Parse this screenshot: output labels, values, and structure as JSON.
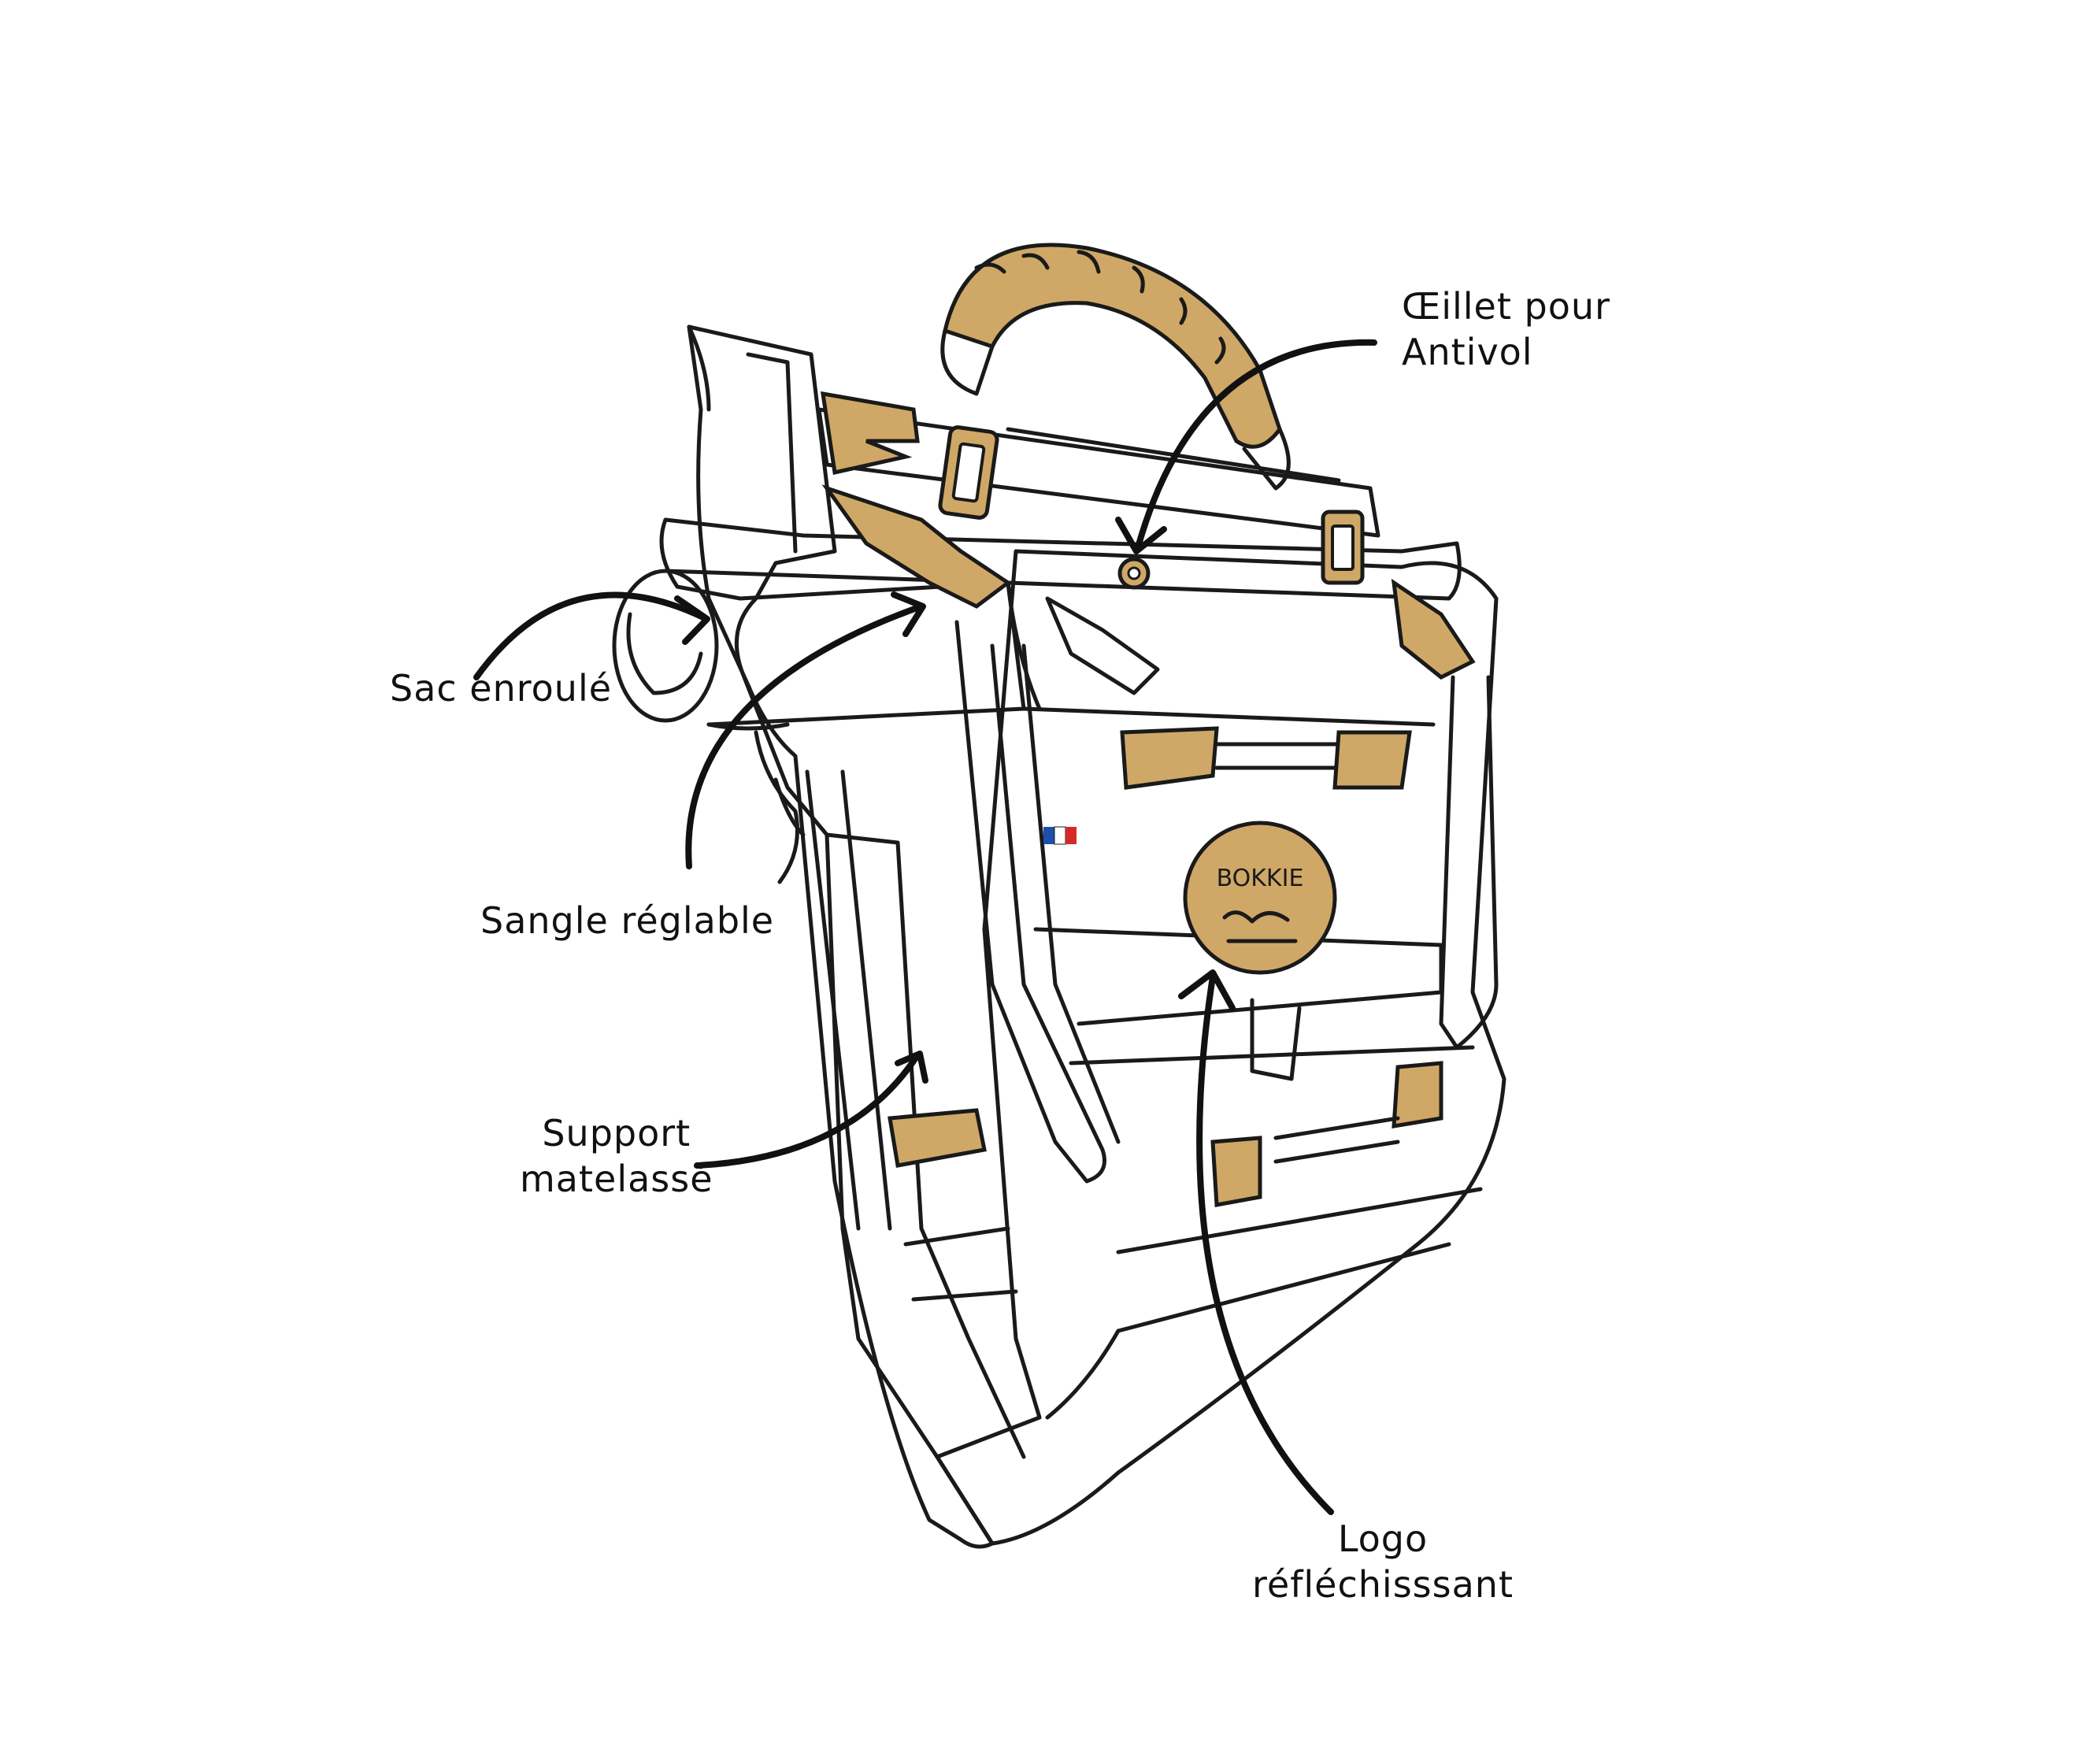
{
  "colors": {
    "background": "#ffffff",
    "ink": "#1a1a1a",
    "accent": "#cfa867",
    "flag_blue": "#1f4fa8",
    "flag_red": "#d42a2a"
  },
  "labels": {
    "eyelet": {
      "line1": "Œillet pour",
      "line2": "Antivol"
    },
    "rolled": {
      "line1": "Sac enroulé"
    },
    "strap": {
      "line1": "Sangle réglable"
    },
    "padded": {
      "line1": "Support",
      "line2": "matelassé"
    },
    "logo": {
      "line1": "Logo",
      "line2": "réfléchisssant"
    }
  },
  "badge": {
    "brand": "BOKKIE"
  },
  "icons": [
    "flag-icon",
    "buckle-icon",
    "handle-icon",
    "arrow-icon"
  ]
}
